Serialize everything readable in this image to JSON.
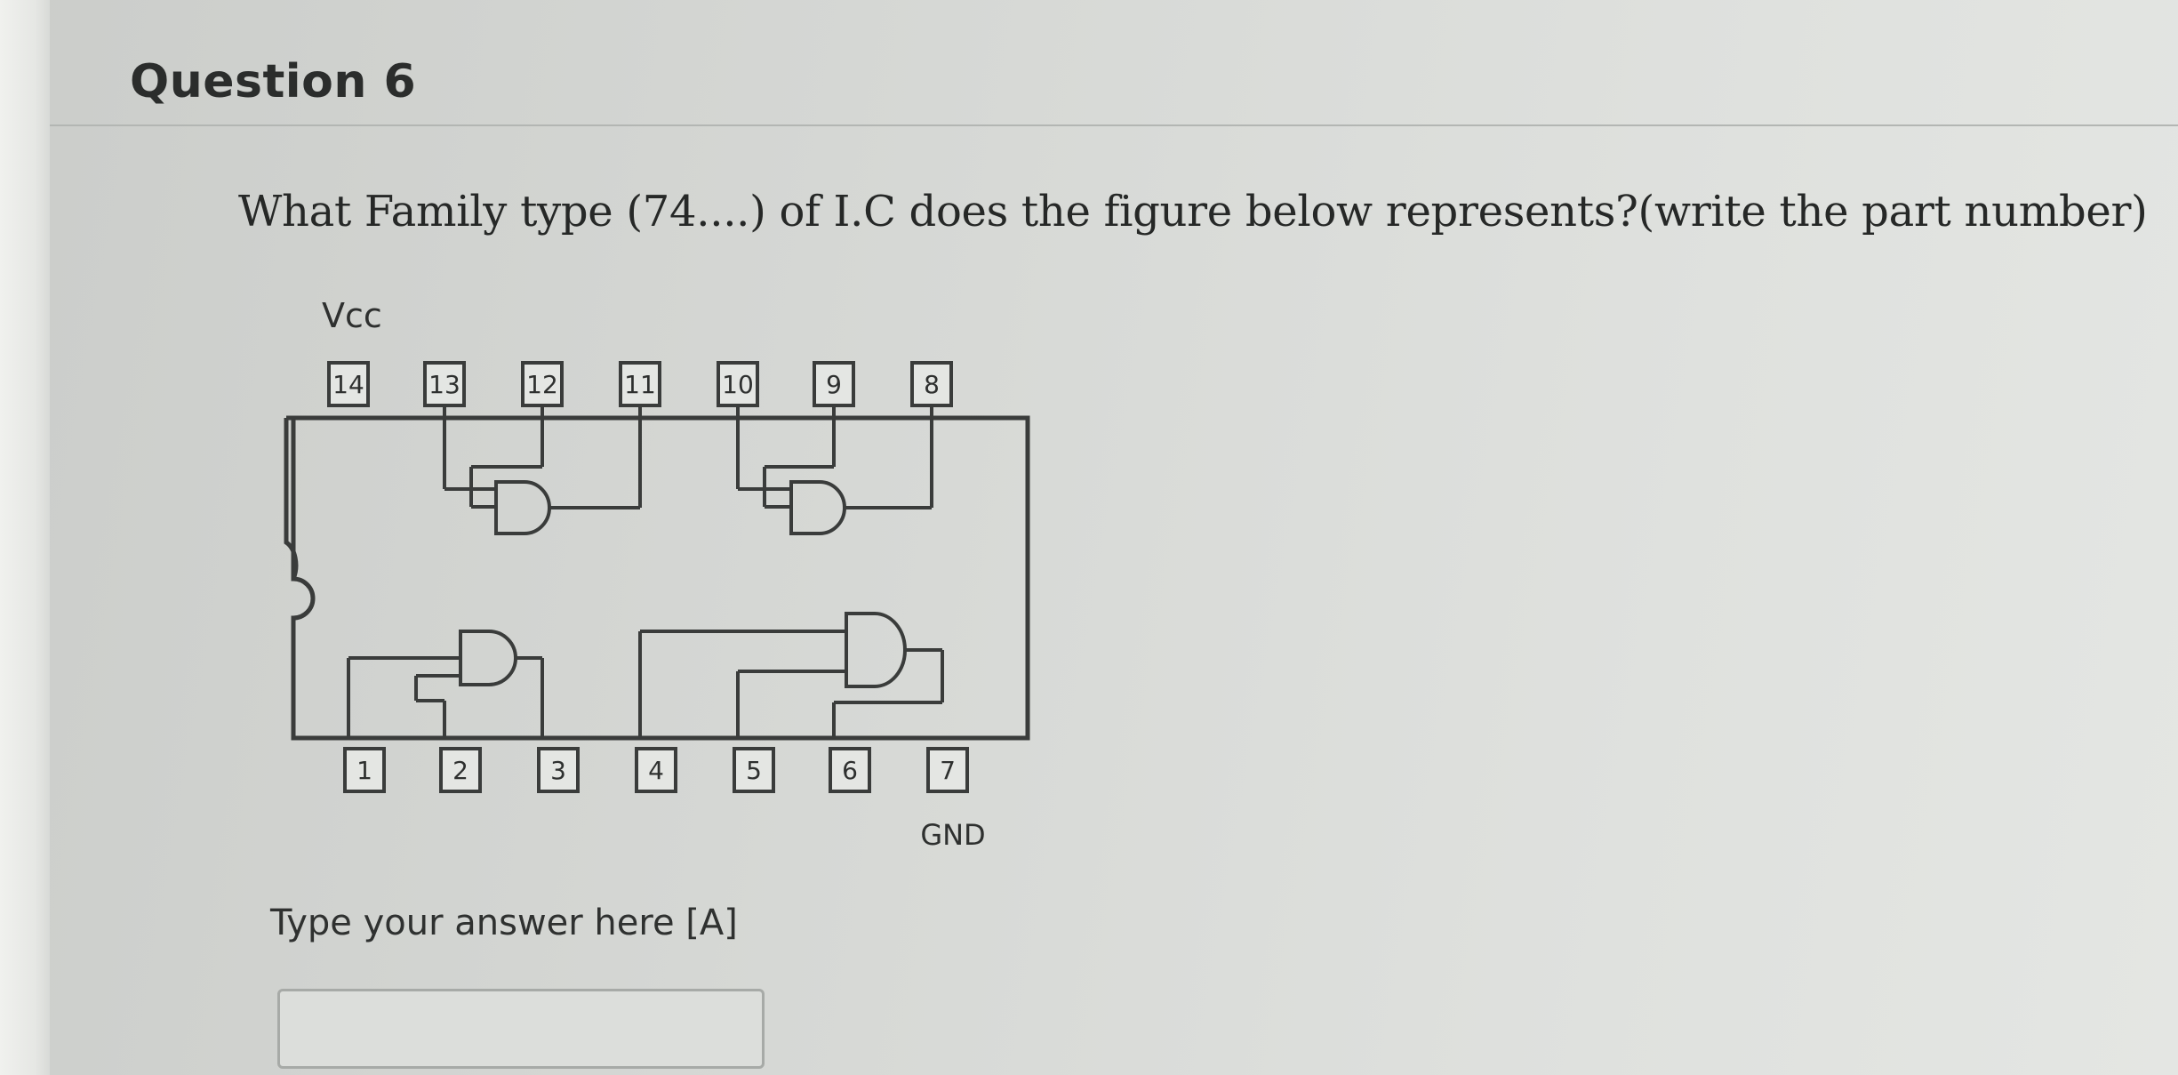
{
  "question": {
    "title": "Question 6",
    "text": "What Family type (74....) of I.C does the figure below represents?(write the part number)"
  },
  "diagram": {
    "vcc_label": "Vcc",
    "gnd_label": "GND",
    "top_pins": [
      "14",
      "13",
      "12",
      "11",
      "10",
      "9",
      "8"
    ],
    "bottom_pins": [
      "1",
      "2",
      "3",
      "4",
      "5",
      "6",
      "7"
    ]
  },
  "answer": {
    "label": "Type your answer here [A]",
    "value": "",
    "placeholder": ""
  }
}
